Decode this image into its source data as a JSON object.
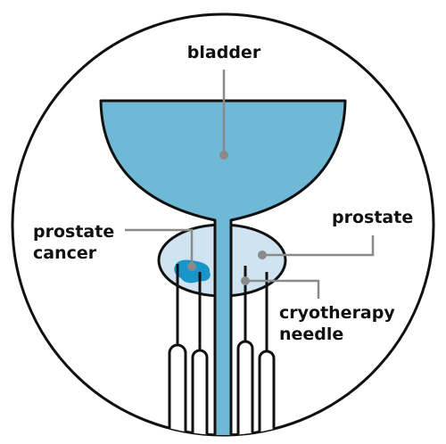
{
  "labels": {
    "bladder": "bladder",
    "prostate_cancer_line1": "prostate",
    "prostate_cancer_line2": "cancer",
    "prostate": "prostate",
    "needle_line1": "cryotherapy",
    "needle_line2": "needle"
  },
  "colors": {
    "bladder": "#6fb8d6",
    "prostate": "#cfe4f0",
    "tumor": "#1a95c9",
    "outline": "#111111",
    "leader": "#8a8a8a"
  }
}
